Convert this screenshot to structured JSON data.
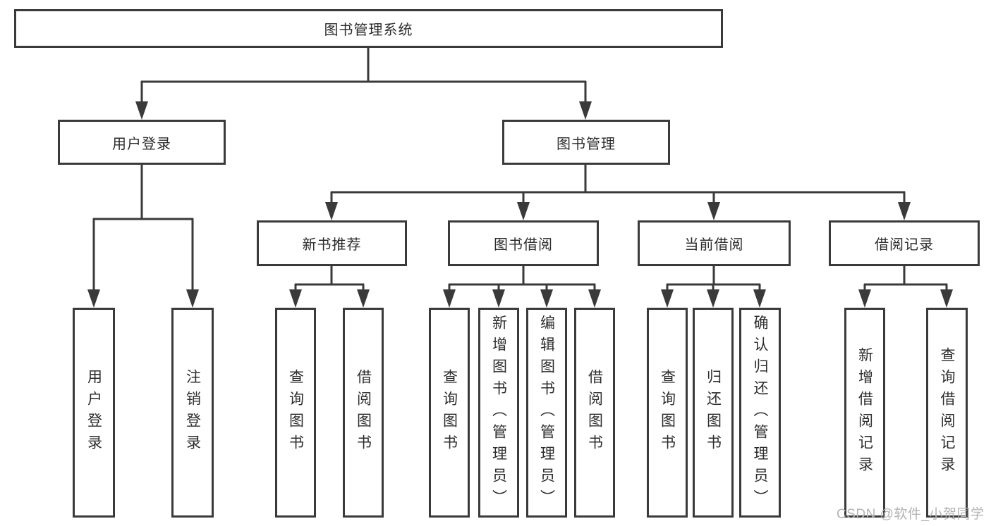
{
  "colors": {
    "line": "#3a3a3a",
    "box_border": "#3a3a3a",
    "box_bg": "#ffffff",
    "text": "#2d2d2d",
    "watermark": "#b3b3b3"
  },
  "watermark": "CSDN @软件_小贺同学",
  "tree": {
    "label": "图书管理系统",
    "children": [
      {
        "label": "用户登录",
        "children": [
          {
            "label": "用户登录"
          },
          {
            "label": "注销登录"
          }
        ]
      },
      {
        "label": "图书管理",
        "children": [
          {
            "label": "新书推荐",
            "children": [
              {
                "label": "查询图书"
              },
              {
                "label": "借阅图书"
              }
            ]
          },
          {
            "label": "图书借阅",
            "children": [
              {
                "label": "查询图书"
              },
              {
                "label": "新增图书（管理员）"
              },
              {
                "label": "编辑图书（管理员）"
              },
              {
                "label": "借阅图书"
              }
            ]
          },
          {
            "label": "当前借阅",
            "children": [
              {
                "label": "查询图书"
              },
              {
                "label": "归还图书"
              },
              {
                "label": "确认归还（管理员）"
              }
            ]
          },
          {
            "label": "借阅记录",
            "children": [
              {
                "label": "新增借阅记录"
              },
              {
                "label": "查询借阅记录"
              }
            ]
          }
        ]
      }
    ]
  }
}
